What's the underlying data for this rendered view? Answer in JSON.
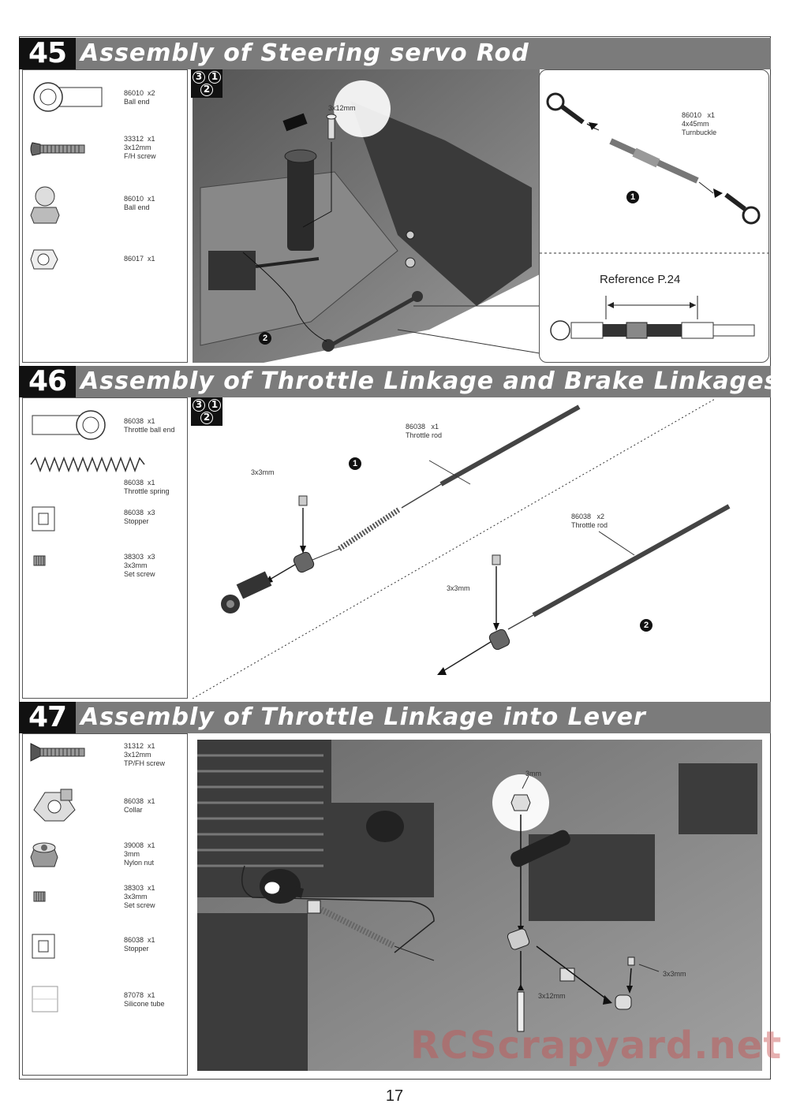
{
  "steps": [
    {
      "number": "45",
      "title": "Assembly of Steering servo Rod",
      "parts": [
        {
          "label": "86010  x2\nBall end",
          "icon": "ball-end-icon"
        },
        {
          "label": "33312  x1\n3x12mm\nF/H screw",
          "icon": "screw-icon"
        },
        {
          "label": "86010  x1\nBall end",
          "icon": "ball-stud-icon"
        },
        {
          "label": "86017  x1",
          "icon": "nut-icon"
        }
      ],
      "callouts": {
        "screw_size": "3x12mm",
        "turnbuckle": "86010   x1\n4x45mm\nTurnbuckle",
        "step1": "1",
        "step2": "2",
        "reference": "Reference  P.24"
      },
      "order": [
        "3",
        "1",
        "2"
      ]
    },
    {
      "number": "46",
      "title": "Assembly of Throttle Linkage and Brake Linkages",
      "parts": [
        {
          "label": "86038  x1\nThrottle ball end",
          "icon": "ball-end-icon"
        },
        {
          "label": "86038  x1\nThrottle spring",
          "icon": "spring-icon"
        },
        {
          "label": "86038  x3\nStopper",
          "icon": "stopper-icon"
        },
        {
          "label": "38303  x3\n3x3mm\nSet screw",
          "icon": "set-screw-icon"
        }
      ],
      "callouts": {
        "throttle_rod_1": "86038   x1\nThrottle rod",
        "throttle_rod_2": "86038   x2\nThrottle rod",
        "set_screw_a": "3x3mm",
        "set_screw_b": "3x3mm",
        "step1": "1",
        "step2": "2"
      },
      "order": [
        "3",
        "1",
        "2"
      ]
    },
    {
      "number": "47",
      "title": "Assembly of Throttle Linkage into Lever",
      "parts": [
        {
          "label": "31312  x1\n3x12mm\nTP/FH screw",
          "icon": "screw-icon"
        },
        {
          "label": "86038  x1\nCollar",
          "icon": "collar-icon"
        },
        {
          "label": "39008  x1\n3mm\nNylon nut",
          "icon": "nylon-nut-icon"
        },
        {
          "label": "38303  x1\n3x3mm\nSet screw",
          "icon": "set-screw-icon"
        },
        {
          "label": "86038  x1\nStopper",
          "icon": "stopper-icon"
        },
        {
          "label": "87078  x1\nSilicone tube",
          "icon": "silicone-tube-icon"
        }
      ],
      "callouts": {
        "nut": "3mm",
        "screw": "3x12mm",
        "set_screw": "3x3mm"
      }
    }
  ],
  "page_number": "17",
  "watermark": "RCScrapyard.net"
}
